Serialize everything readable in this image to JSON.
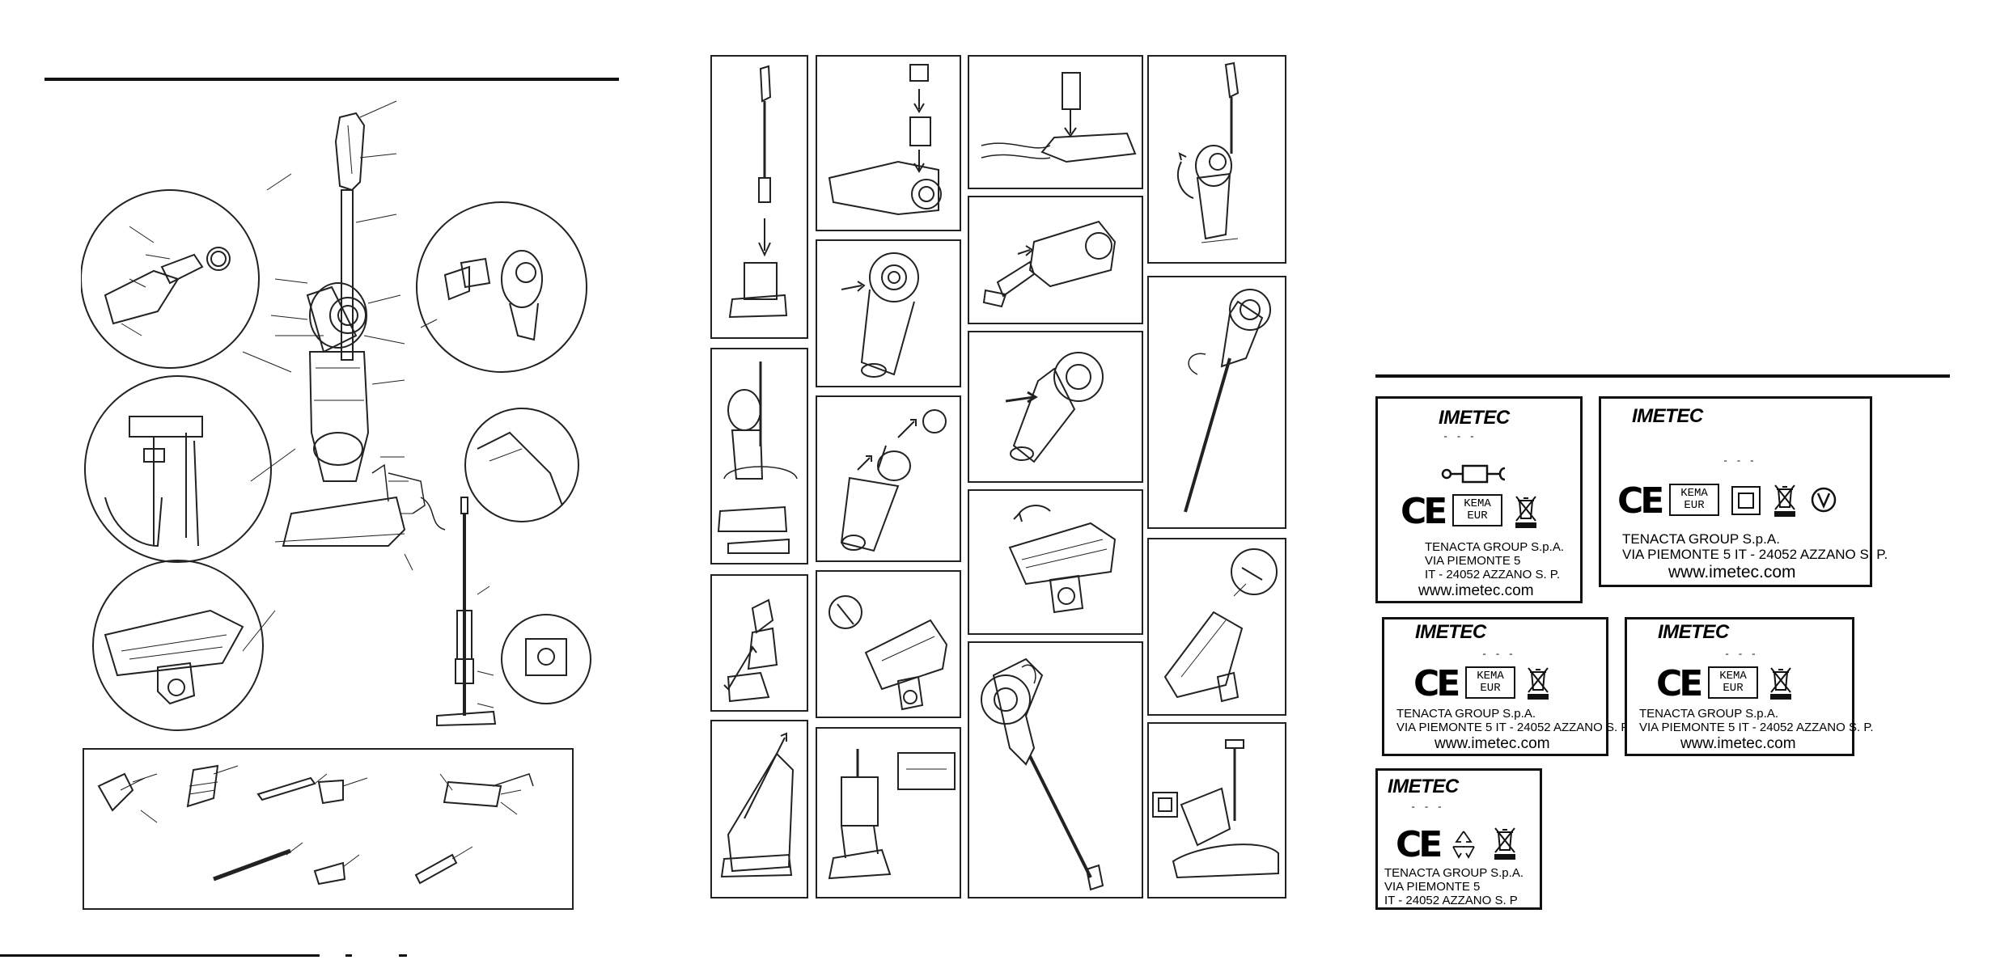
{
  "page": {
    "background": "#ffffff",
    "ink": "#111111"
  },
  "parts_diagram": {
    "alt": "Exploded view of stick vacuum cleaner with component callouts",
    "accessories_alt": "Accessory nozzles, brushes, crevice tool and hose"
  },
  "instruction_steps": {
    "alt": "Step-by-step assembly and use illustrations"
  },
  "labels": [
    {
      "brand": "IMETEC",
      "dc_symbol": "- - -",
      "ce": "CE",
      "kema": [
        "KEMA",
        "EUR"
      ],
      "company": "TENACTA GROUP S.p.A.",
      "address_lines": [
        "VIA PIEMONTE 5",
        "IT - 24052 AZZANO S. P."
      ],
      "web": "www.imetec.com"
    },
    {
      "brand": "IMETEC",
      "dc_symbol": "- - -",
      "ce": "CE",
      "kema": [
        "KEMA",
        "EUR"
      ],
      "company": "TENACTA GROUP S.p.A.",
      "address_lines": [
        "VIA PIEMONTE 5 IT - 24052 AZZANO S. P."
      ],
      "web": "www.imetec.com"
    },
    {
      "brand": "IMETEC",
      "dc_symbol": "- - -",
      "ce": "CE",
      "kema": [
        "KEMA",
        "EUR"
      ],
      "company": "TENACTA GROUP S.p.A.",
      "address_lines": [
        "VIA PIEMONTE 5 IT - 24052 AZZANO S. P."
      ],
      "web": "www.imetec.com"
    },
    {
      "brand": "IMETEC",
      "dc_symbol": "- - -",
      "ce": "CE",
      "kema": [
        "KEMA",
        "EUR"
      ],
      "company": "TENACTA GROUP S.p.A.",
      "address_lines": [
        "VIA PIEMONTE 5 IT - 24052 AZZANO S. P."
      ],
      "web": "www.imetec.com"
    },
    {
      "brand": "IMETEC",
      "dc_symbol": "- - -",
      "ce": "CE",
      "company": "TENACTA GROUP S.p.A.",
      "address_lines": [
        "VIA PIEMONTE 5",
        "IT - 24052 AZZANO S. P"
      ]
    }
  ]
}
